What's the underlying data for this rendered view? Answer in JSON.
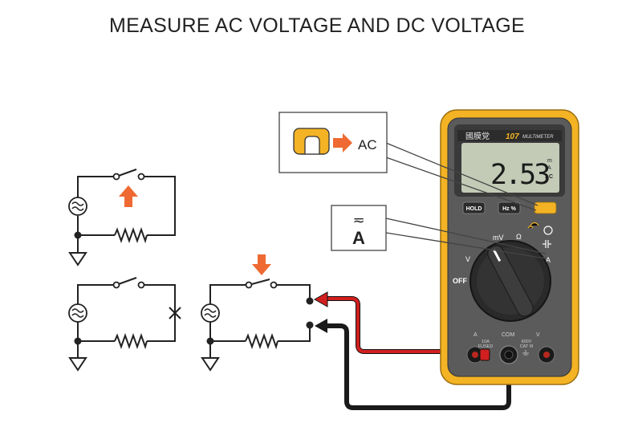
{
  "title": "MEASURE AC VOLTAGE AND DC VOLTAGE",
  "callout_ac": {
    "label": "AC"
  },
  "callout_func": {
    "line1": "≂",
    "line2": "A"
  },
  "meter": {
    "brand": "國膜党",
    "model": "107",
    "model_suffix": "MULTIMETER",
    "reading": "2.53",
    "unit_m": "m",
    "unit_a": "A",
    "unit_ac": "AC",
    "btn_hold": "HOLD",
    "btn_hz": "Hz %",
    "dial_off": "OFF",
    "dial_v": "V",
    "dial_mv": "mV",
    "dial_ohm": "Ω",
    "dial_a": "A",
    "jack_a": "A",
    "jack_com": "COM",
    "jack_v": "V",
    "fuse_1": "10A",
    "fuse_2": "FUSED",
    "cat_1": "600V",
    "cat_2": "CAT III",
    "accent": "#f4b324",
    "body": "#5b5b5b"
  },
  "colors": {
    "red_lead": "#d11f1f",
    "black_lead": "#1a1a1a",
    "arrow": "#ee6a32"
  }
}
